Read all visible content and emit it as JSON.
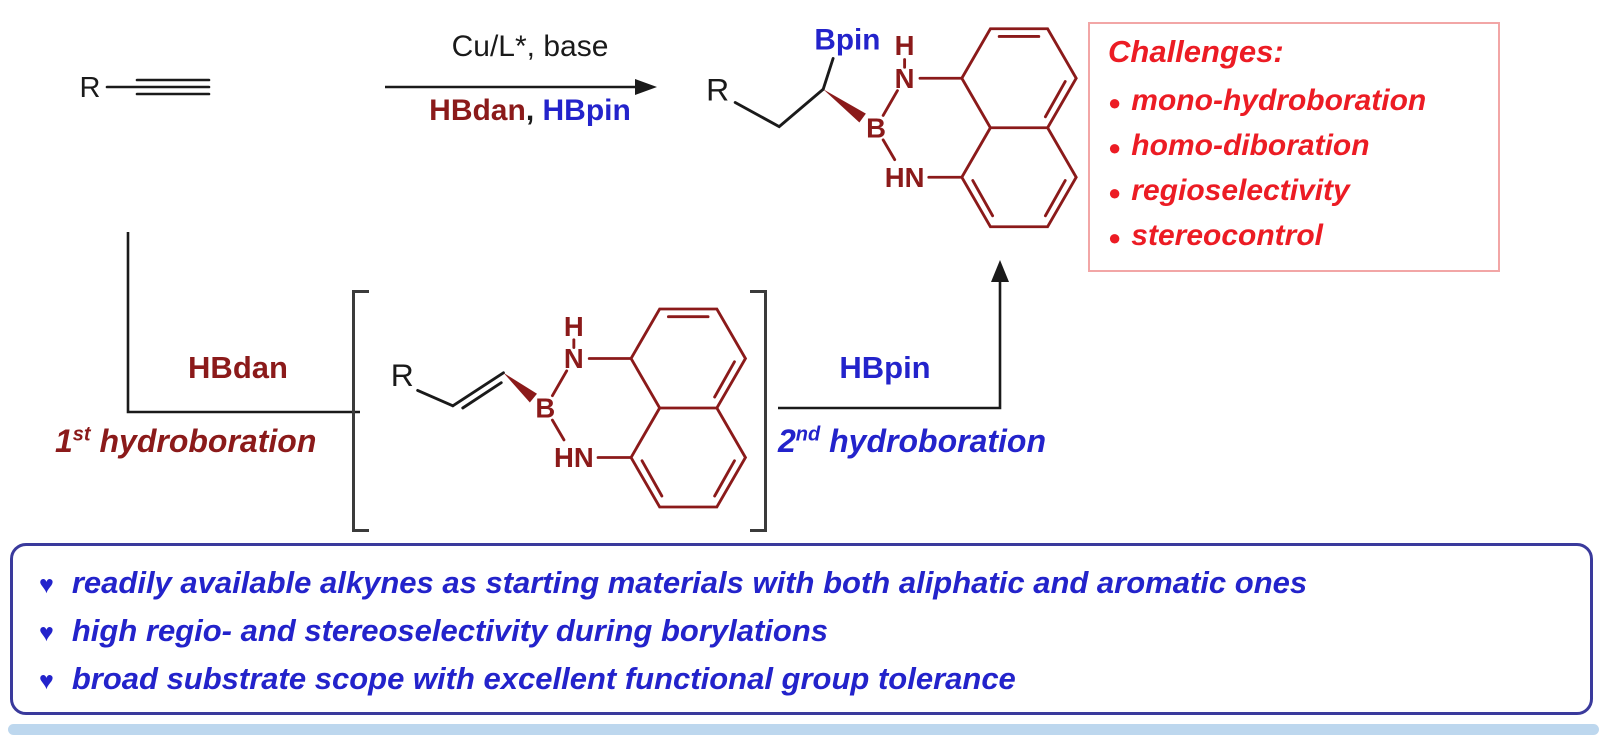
{
  "colors": {
    "black": "#1a1a1a",
    "dark_red": "#8B1A1A",
    "blue": "#2323CB",
    "red": "#EC1C24",
    "challenge_box_border": "#F2A6A6",
    "bottom_box_border": "#3A3A9C",
    "bottom_bar": "#BDD7EE"
  },
  "top": {
    "substrate_label": "R",
    "arrow_above": "Cu/L*, base",
    "reagent1": "HBdan",
    "reagent_sep": ", ",
    "reagent2": "HBpin"
  },
  "product": {
    "r": "R",
    "bpin": "Bpin",
    "b": "B",
    "n": "N",
    "h": "H",
    "hn": "HN"
  },
  "intermediate": {
    "r": "R",
    "b": "B",
    "n": "N",
    "h": "H",
    "hn": "HN"
  },
  "step1": {
    "reagent": "HBdan",
    "num": "1",
    "sup": "st",
    "rest": " hydroboration"
  },
  "step2": {
    "reagent": "HBpin",
    "num": "2",
    "sup": "nd",
    "rest": " hydroboration"
  },
  "challenges": {
    "title": "Challenges:",
    "bullet": "●",
    "items": [
      "mono-hydroboration",
      "homo-diboration",
      "regioselectivity",
      "stereocontrol"
    ]
  },
  "highlights": {
    "bullet": "♥",
    "items": [
      "readily available alkynes as starting materials with both aliphatic and aromatic ones",
      "high regio- and stereoselectivity during borylations",
      "broad substrate scope with excellent functional group tolerance"
    ]
  }
}
